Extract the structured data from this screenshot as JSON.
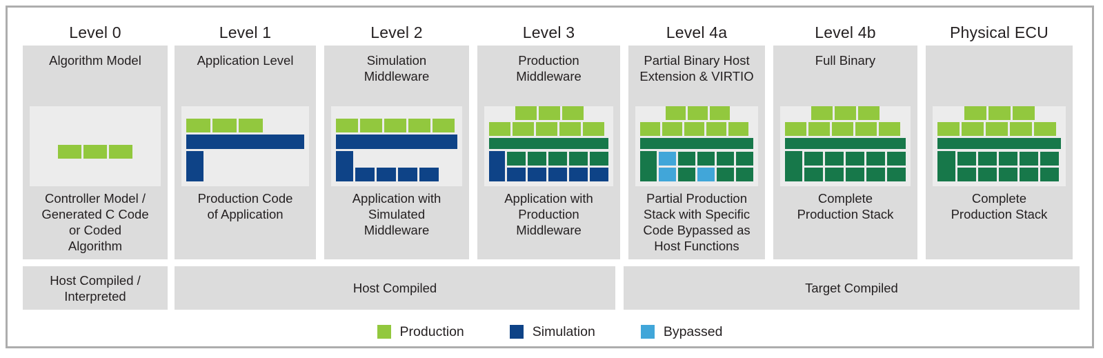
{
  "diagram": {
    "title_row": [
      {
        "label": "Level 0"
      },
      {
        "label": "Level 1"
      },
      {
        "label": "Level 2"
      },
      {
        "label": "Level 3"
      },
      {
        "label": "Level 4a"
      },
      {
        "label": "Level 4b"
      },
      {
        "label": "Physical  ECU"
      }
    ],
    "columns": [
      {
        "id": "level-0",
        "head": "Algorithm Model",
        "foot": "Controller Model  /\nGenerated C Code\nor Coded\nAlgorithm"
      },
      {
        "id": "level-1",
        "head": "Application Level",
        "foot": "Production Code\nof Application"
      },
      {
        "id": "level-2",
        "head": "Simulation\nMiddleware",
        "foot": "Application with\nSimulated\nMiddleware"
      },
      {
        "id": "level-3",
        "head": "Production\nMiddleware",
        "foot": "Application with\nProduction\nMiddleware"
      },
      {
        "id": "level-4a",
        "head": "Partial Binary Host\nExtension & VIRTIO",
        "foot": "Partial Production\nStack with Specific\nCode Bypassed as\nHost Functions"
      },
      {
        "id": "level-4b",
        "head": "Full Binary",
        "foot": "Complete\nProduction  Stack"
      },
      {
        "id": "physical-ecu",
        "head": "",
        "foot": "Complete\nProduction  Stack"
      }
    ],
    "compile_band": [
      {
        "label": "Host Compiled /\nInterpreted"
      },
      {
        "label": "Host Compiled"
      },
      {
        "label": "Target Compiled"
      }
    ],
    "legend": [
      {
        "label": "Production",
        "color": "#92c83e",
        "key": "production"
      },
      {
        "label": "Simulation",
        "color": "#0e4387",
        "key": "simulation"
      },
      {
        "label": "Bypassed",
        "color": "#41a6d9",
        "key": "bypassed"
      }
    ],
    "colors": {
      "production": "#92c83e",
      "simulation": "#0e4387",
      "bypassed": "#41a6d9",
      "production_middleware": "#17784a",
      "card_background": "#dcdcdc",
      "panel_background": "#ececec",
      "frame_border": "#adadad",
      "text": "#231f20"
    }
  }
}
